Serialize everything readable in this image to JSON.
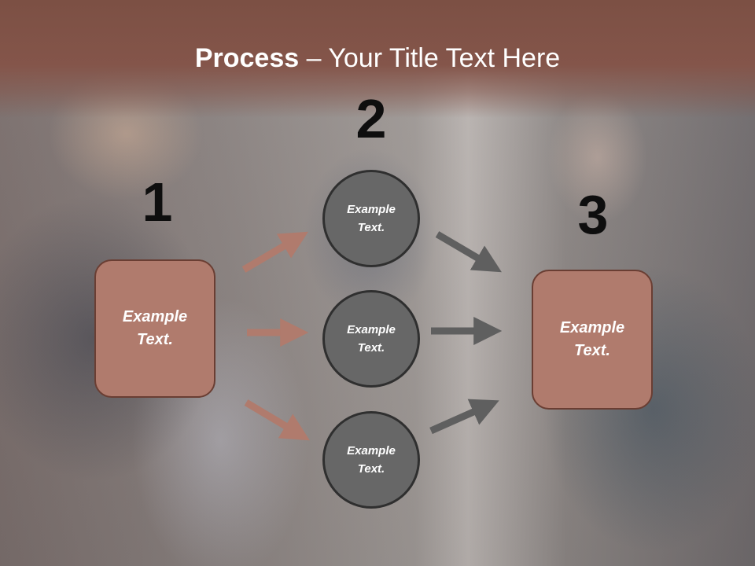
{
  "slide": {
    "title_bold": "Process",
    "title_rest": " – Your Title Text Here"
  },
  "steps": {
    "step1": {
      "number": "1",
      "text": "Example Text."
    },
    "step2": {
      "number": "2",
      "circles": [
        {
          "text": "Example Text."
        },
        {
          "text": "Example Text."
        },
        {
          "text": "Example Text."
        }
      ]
    },
    "step3": {
      "number": "3",
      "text": "Example Text."
    }
  },
  "colors": {
    "header": "#84554a",
    "box_fill": "#b07b6d",
    "circle_fill": "#676767",
    "arrow_left": "#b07b6d",
    "arrow_right": "#5f5f5f"
  }
}
